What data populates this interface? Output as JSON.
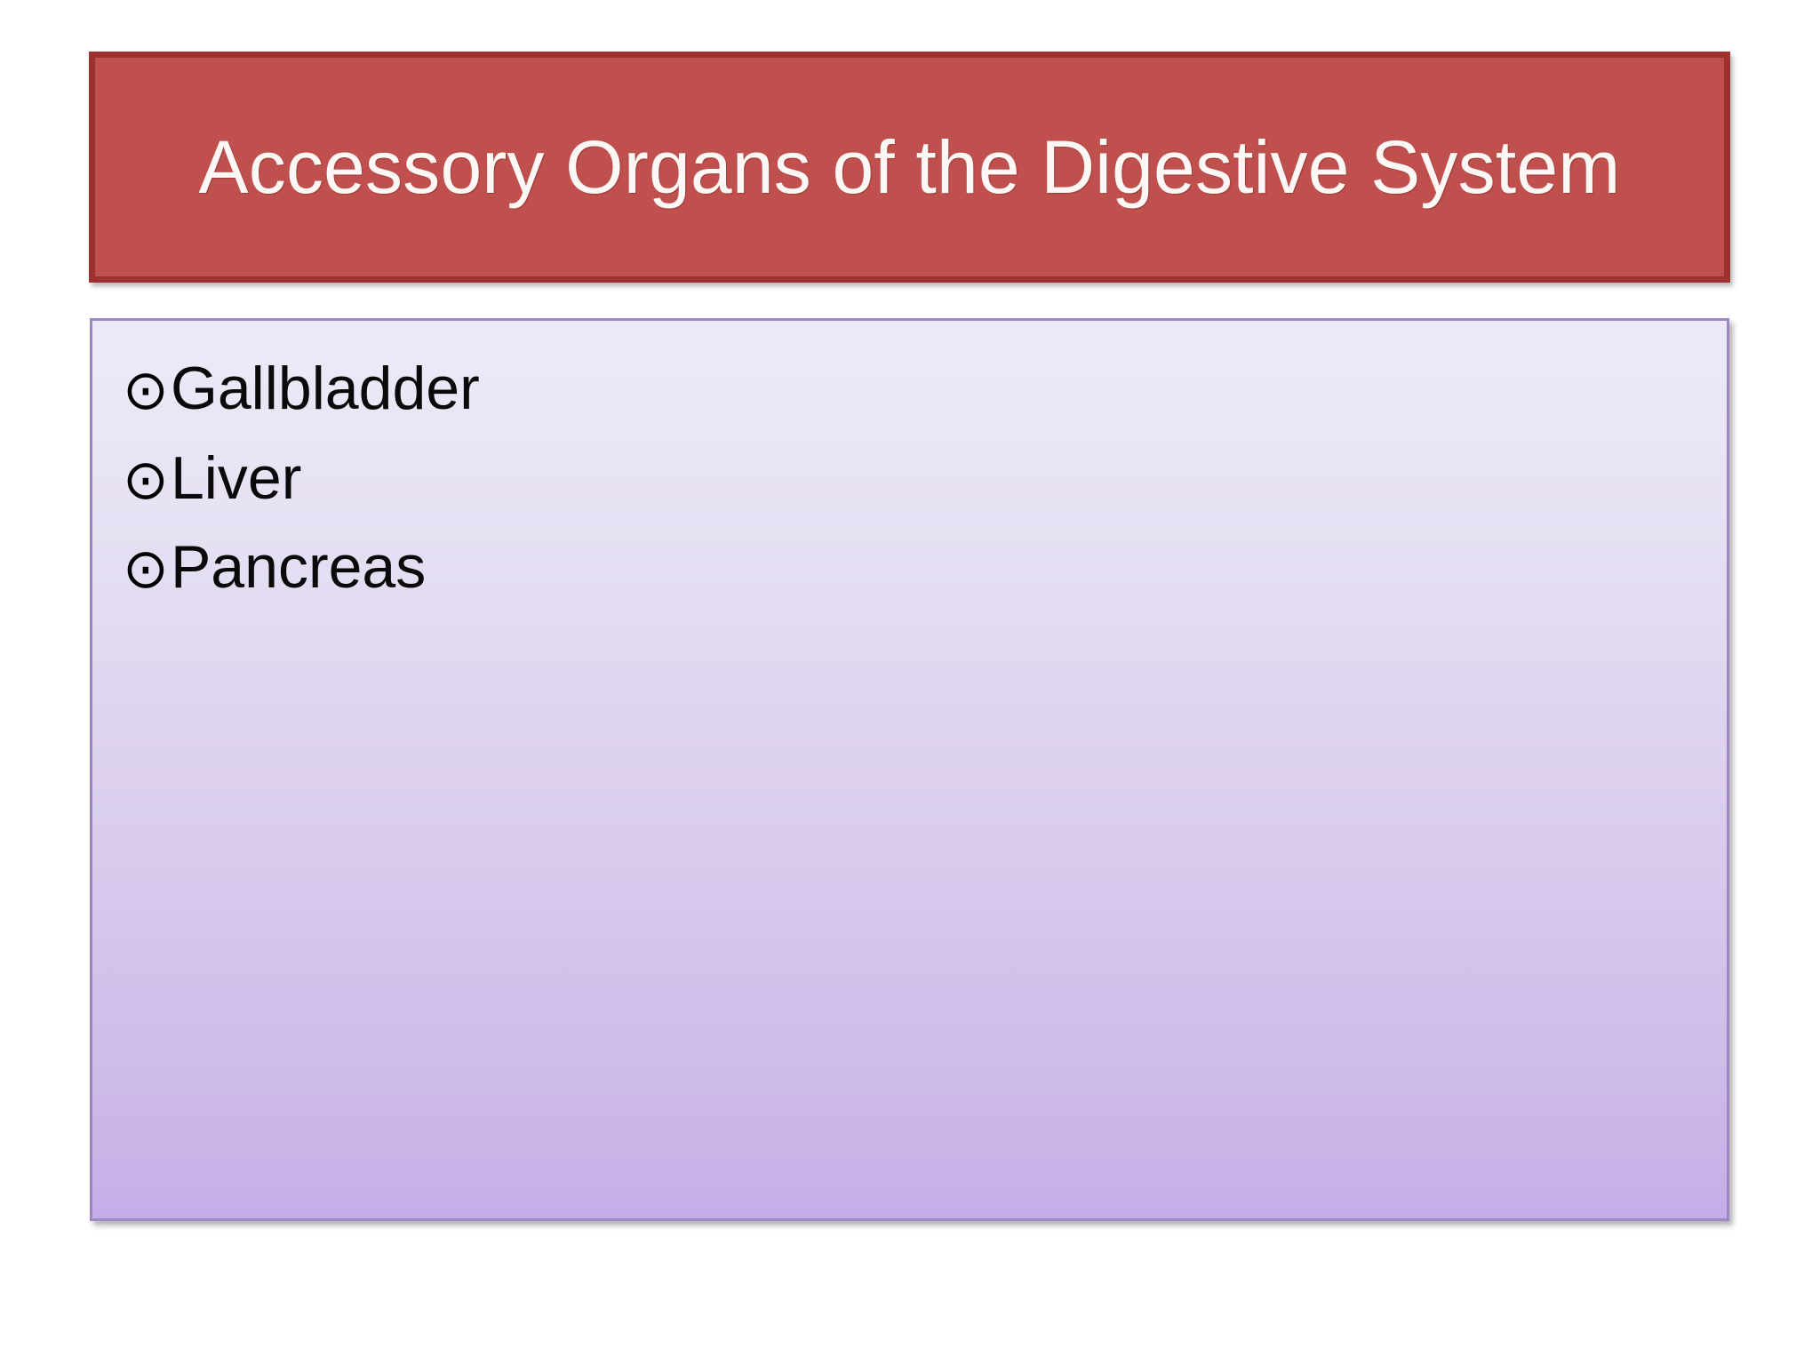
{
  "slide": {
    "background_color": "#ffffff",
    "title": {
      "text": "Accessory Organs of the Digestive System",
      "fill_color": "#c0504d",
      "border_color": "#9b322e",
      "text_color": "#fdf8f5"
    },
    "content": {
      "border_color": "#9d87c4",
      "gradient_top_color": "#eceaf8",
      "gradient_bottom_color": "#c4ade9",
      "text_color": "#0a0a0a",
      "bullet_glyph": "⊙",
      "bullet_icon_name": "circled-dot-bullet-icon",
      "items": [
        {
          "label": "Gallbladder"
        },
        {
          "label": "Liver"
        },
        {
          "label": "Pancreas"
        }
      ]
    }
  }
}
